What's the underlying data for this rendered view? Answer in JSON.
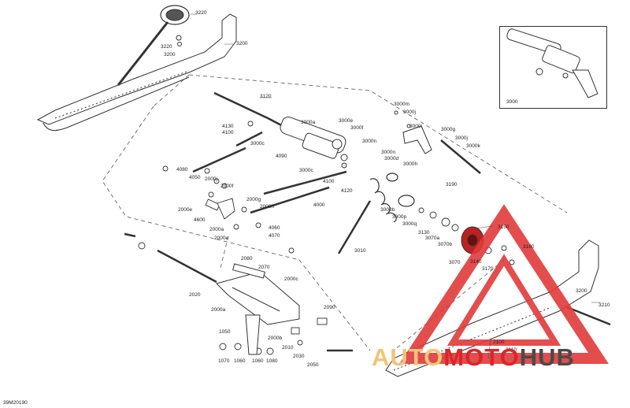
{
  "diagram": {
    "doc_id": "39M20190",
    "inset_label": "3000",
    "callouts": [
      {
        "id": "c3220a",
        "text": "3220"
      },
      {
        "id": "c3220b",
        "text": "3220"
      },
      {
        "id": "c3200a",
        "text": "3200"
      },
      {
        "id": "c3200b",
        "text": "3200"
      },
      {
        "id": "c3120",
        "text": "3120"
      },
      {
        "id": "c4130",
        "text": "4130"
      },
      {
        "id": "c4100a",
        "text": "4100"
      },
      {
        "id": "c3000c1",
        "text": "3000c"
      },
      {
        "id": "c3000a",
        "text": "3000a"
      },
      {
        "id": "c3000e",
        "text": "3000e"
      },
      {
        "id": "c3000f",
        "text": "3000f"
      },
      {
        "id": "c3000m",
        "text": "3000m"
      },
      {
        "id": "c3000j1",
        "text": "3000j"
      },
      {
        "id": "c3000n1",
        "text": "3000n"
      },
      {
        "id": "c3000i",
        "text": "3000i"
      },
      {
        "id": "c3000g",
        "text": "3000g"
      },
      {
        "id": "c3000j2",
        "text": "3000j"
      },
      {
        "id": "c3000k",
        "text": "3000k"
      },
      {
        "id": "c3000n2",
        "text": "3000n"
      },
      {
        "id": "c4090",
        "text": "4090"
      },
      {
        "id": "c3000h",
        "text": "3000h"
      },
      {
        "id": "c3000d",
        "text": "3000d"
      },
      {
        "id": "c3000c2",
        "text": "3000c"
      },
      {
        "id": "c4100b",
        "text": "4100"
      },
      {
        "id": "c4120",
        "text": "4120"
      },
      {
        "id": "c3190",
        "text": "3190"
      },
      {
        "id": "c4080",
        "text": "4080"
      },
      {
        "id": "c4050",
        "text": "4050"
      },
      {
        "id": "c2000j",
        "text": "2000j"
      },
      {
        "id": "c2000f",
        "text": "2000f"
      },
      {
        "id": "c2000g",
        "text": "2000g"
      },
      {
        "id": "c2000h",
        "text": "2000h"
      },
      {
        "id": "c2000e1",
        "text": "2000e"
      },
      {
        "id": "c4000",
        "text": "4000"
      },
      {
        "id": "c3000b",
        "text": "3000b"
      },
      {
        "id": "c3000p",
        "text": "3000p"
      },
      {
        "id": "c3000q",
        "text": "3000q"
      },
      {
        "id": "c3130",
        "text": "3130"
      },
      {
        "id": "c3070a",
        "text": "3070a"
      },
      {
        "id": "c3070b",
        "text": "3070b"
      },
      {
        "id": "c3150",
        "text": "3150"
      },
      {
        "id": "c4600",
        "text": "4600"
      },
      {
        "id": "c2000a1",
        "text": "2000a"
      },
      {
        "id": "c2000e2",
        "text": "2000e"
      },
      {
        "id": "c4060",
        "text": "4060"
      },
      {
        "id": "c4070",
        "text": "4070"
      },
      {
        "id": "c3010",
        "text": "3010"
      },
      {
        "id": "c3070",
        "text": "3070"
      },
      {
        "id": "c3140",
        "text": "3140"
      },
      {
        "id": "c3170",
        "text": "3170"
      },
      {
        "id": "c3160",
        "text": "3160"
      },
      {
        "id": "c2080",
        "text": "2080"
      },
      {
        "id": "c2070",
        "text": "2070"
      },
      {
        "id": "c2000c",
        "text": "2000c"
      },
      {
        "id": "c2020",
        "text": "2020"
      },
      {
        "id": "c2000a2",
        "text": "2000a"
      },
      {
        "id": "c2090",
        "text": "2090"
      },
      {
        "id": "c1050",
        "text": "1050"
      },
      {
        "id": "c2000b",
        "text": "2000b"
      },
      {
        "id": "c2010",
        "text": "2010"
      },
      {
        "id": "c2030",
        "text": "2030"
      },
      {
        "id": "c2050",
        "text": "2050"
      },
      {
        "id": "c1070",
        "text": "1070"
      },
      {
        "id": "c1060a",
        "text": "1060"
      },
      {
        "id": "c1060b",
        "text": "1060"
      },
      {
        "id": "c1080",
        "text": "1080"
      },
      {
        "id": "c3200c",
        "text": "3200"
      },
      {
        "id": "c3210",
        "text": "3210"
      },
      {
        "id": "c2100",
        "text": "2100"
      },
      {
        "id": "c2110",
        "text": "2110"
      }
    ]
  },
  "watermark": {
    "part1": "AUTO",
    "part2": "MOTO",
    "part3": "HUB",
    "colors": {
      "auto": "#f0c57c",
      "moto": "#d9262b",
      "hub": "#4a4a4a",
      "triangle": "#e23a3a"
    }
  }
}
